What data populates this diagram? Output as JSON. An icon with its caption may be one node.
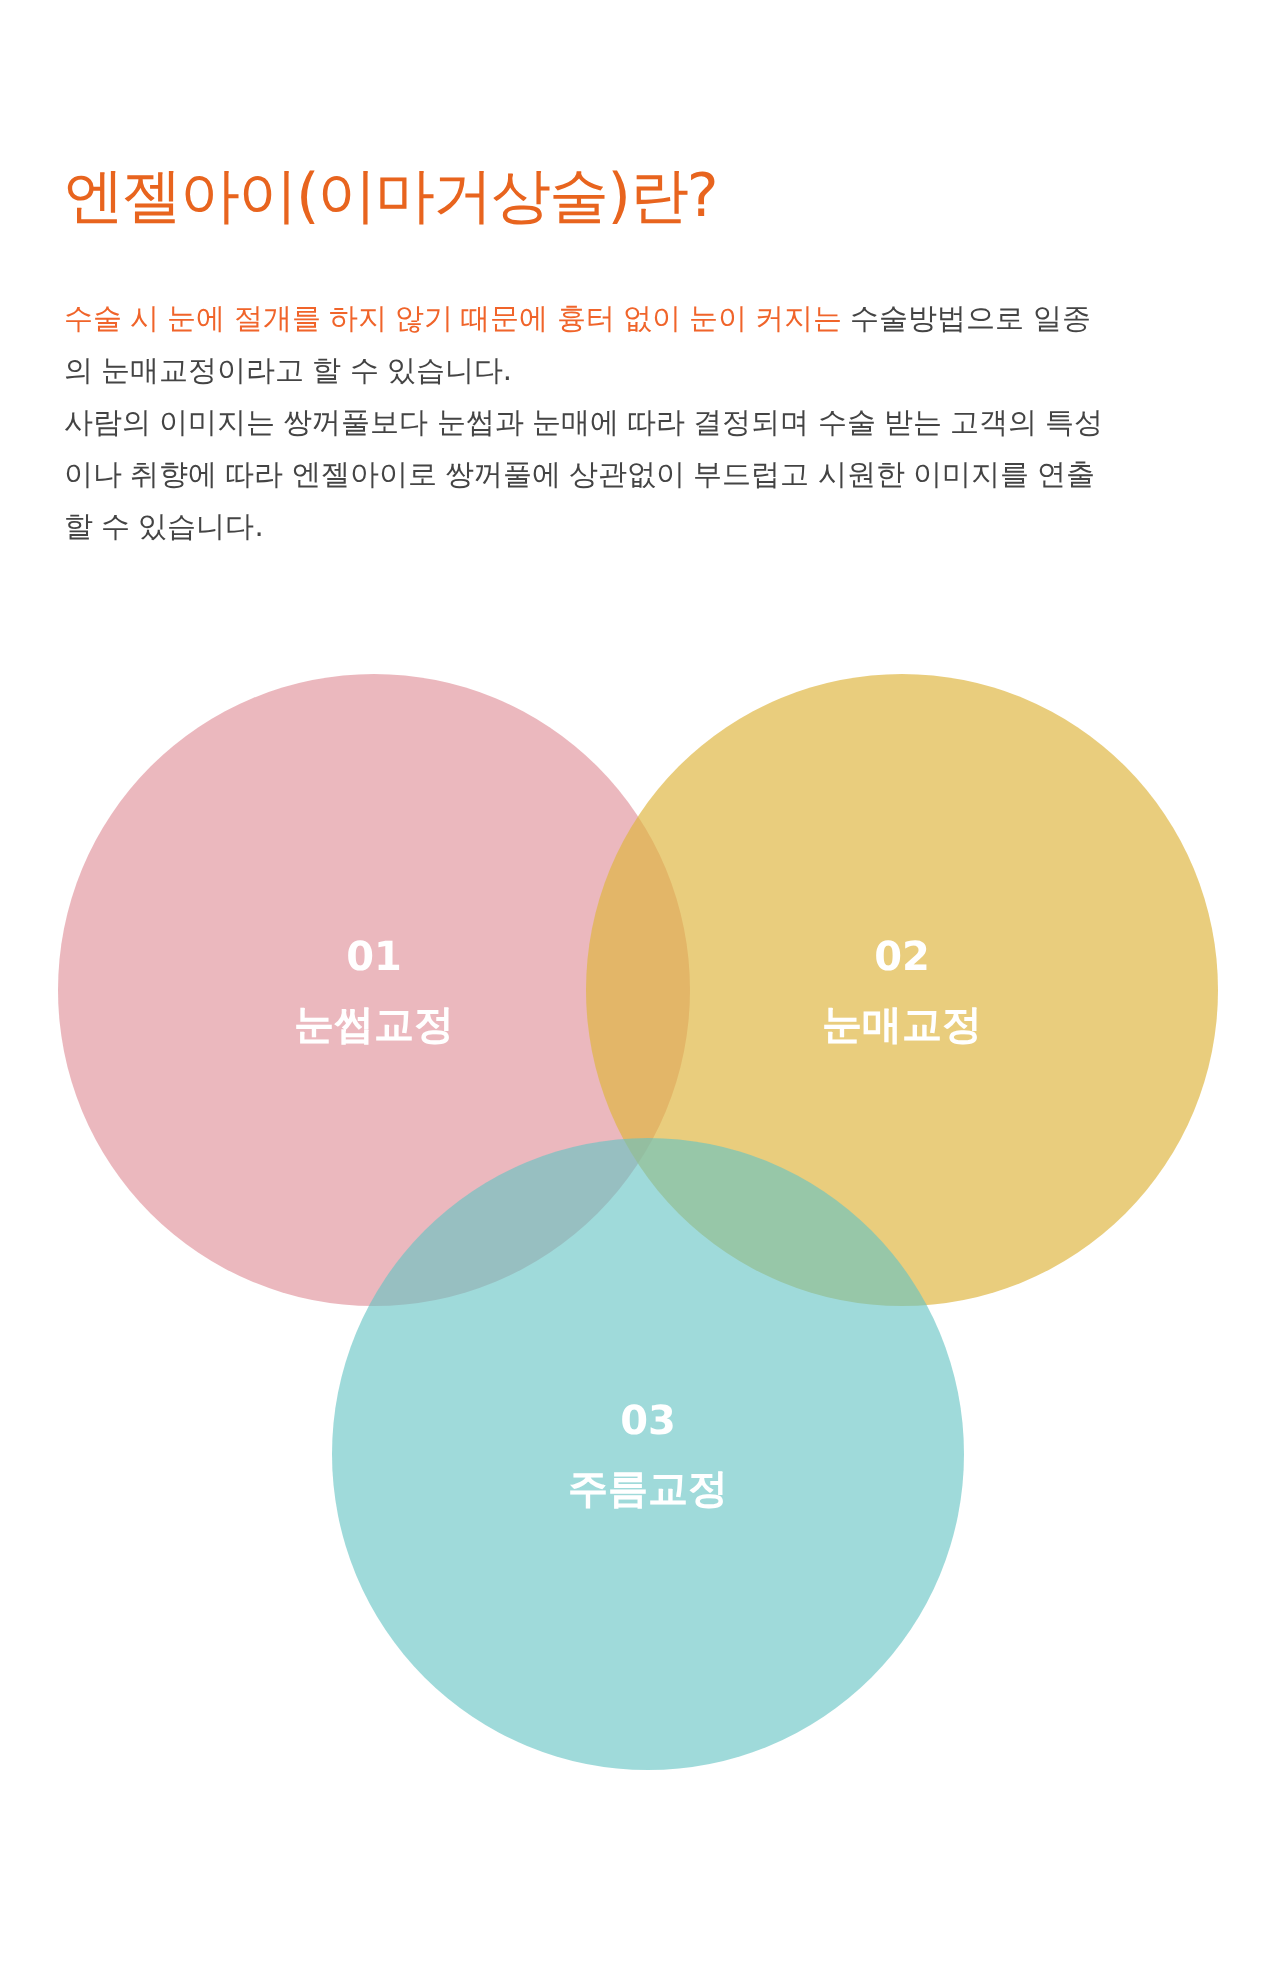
{
  "diagram": {
    "title": "엔젤아이(이마거상술)란?",
    "nodes": [
      {
        "text": [
          "01",
          "눈썹교정"
        ]
      },
      {
        "text": [
          "02",
          "눈매교정"
        ]
      },
      {
        "text": [
          "03",
          "주름교정"
        ]
      }
    ],
    "labels": [
      "수술 시 눈에 절개를 하지 않기 때문에 흉터 없이 눈이 커지는",
      "수술방법으로 일종의 눈매교정이라고 할 수 있습니다.",
      "사람의 이미지는 쌍꺼풀보다 눈썹과 눈매에 따라 결정되며 수술 받는 고객의 특성이나 취향에 따라 엔젤아이로 쌍꺼풀에 상관없이 부드럽고 시원한 이미지를 연출 할 수 있습니다."
    ]
  }
}
